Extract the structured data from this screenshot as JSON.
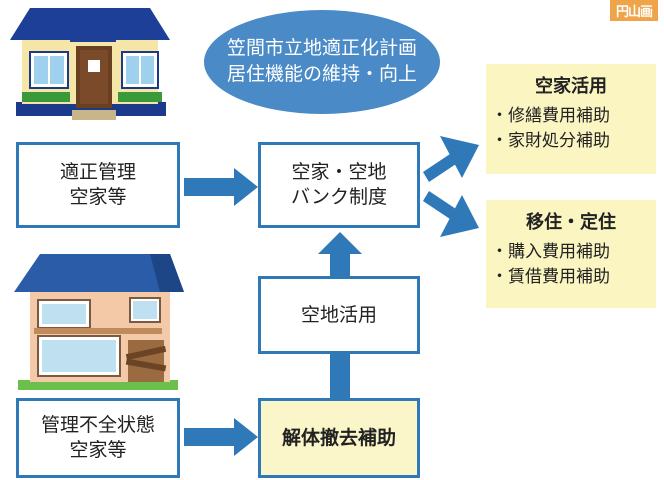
{
  "logo_text": "円山画",
  "colors": {
    "accent": "#2f79b9",
    "ellipse": "#4a8ac7",
    "yellow": "#fbf5c2"
  },
  "top_ellipse": {
    "line1": "笠間市立地適正化計画",
    "line2": "居住機能の維持・向上"
  },
  "boxes": {
    "proper_management": {
      "line1": "適正管理",
      "line2": "空家等"
    },
    "bank": {
      "line1": "空家・空地",
      "line2": "バンク制度"
    },
    "vacant_land": {
      "line1": "空地活用"
    },
    "poor_management": {
      "line1": "管理不全状態",
      "line2": "空家等"
    },
    "demolition": {
      "line1": "解体撤去補助"
    }
  },
  "results": {
    "akiya": {
      "title": "空家活用",
      "items": [
        "・修繕費用補助",
        "・家財処分補助"
      ]
    },
    "migration": {
      "title": "移住・定住",
      "items": [
        "・購入費用補助",
        "・賃借費用補助"
      ]
    }
  },
  "illustrations": {
    "good_house_icon": "house-icon",
    "damaged_house_icon": "damaged-house-icon"
  }
}
